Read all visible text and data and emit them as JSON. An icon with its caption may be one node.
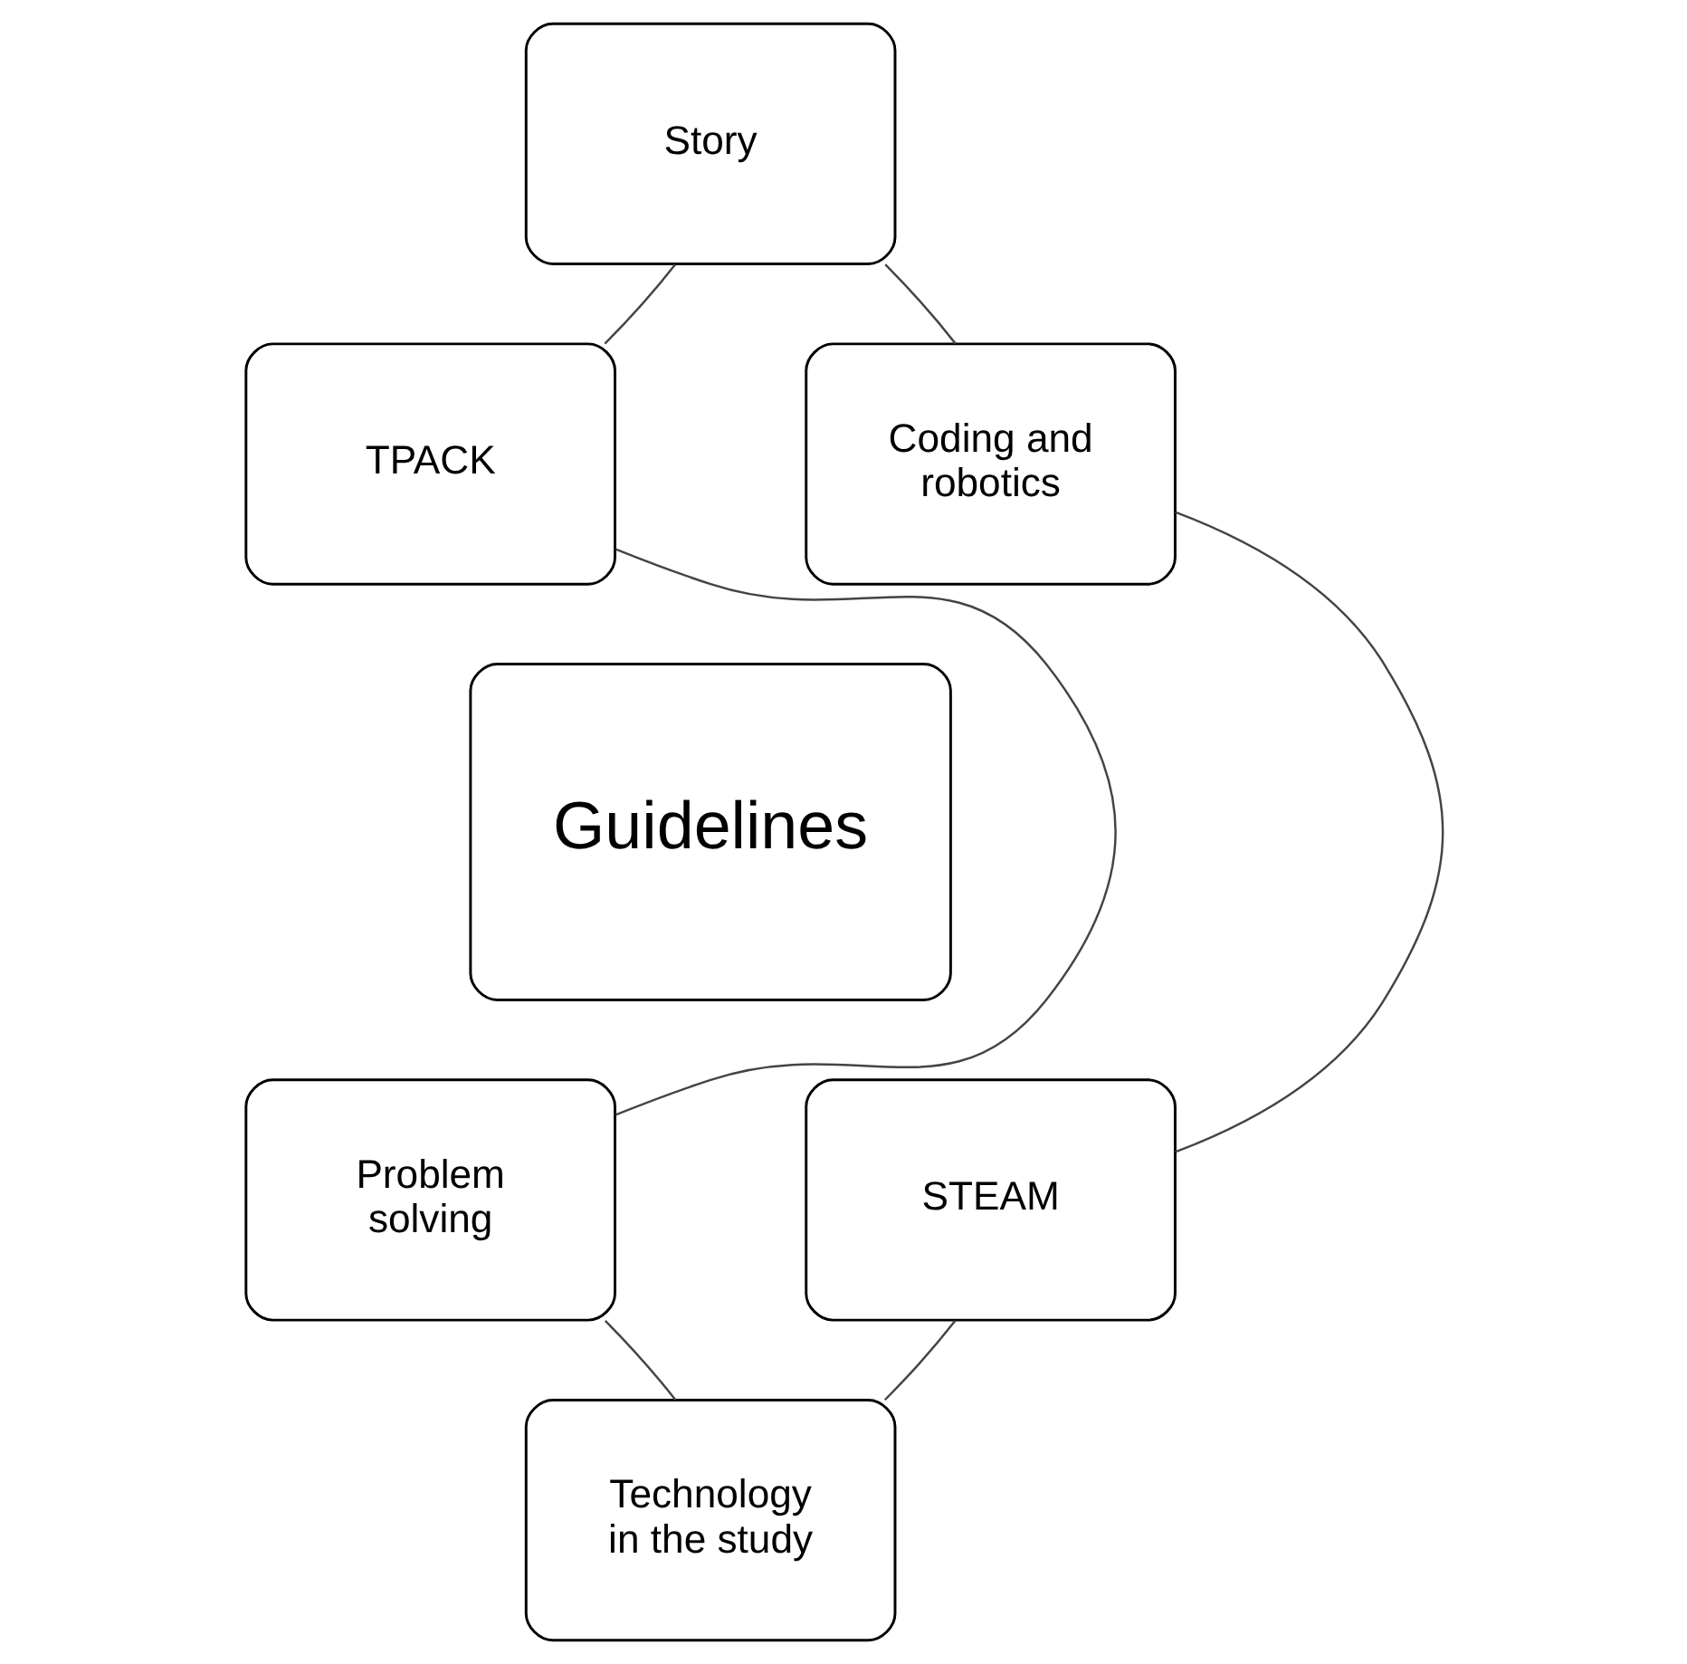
{
  "diagram": {
    "nodes": [
      {
        "text": [
          "Story"
        ]
      },
      {
        "text": [
          "TPACK"
        ]
      },
      {
        "text": [
          "Coding and robotics"
        ]
      },
      {
        "text": [
          "Guidelines"
        ]
      },
      {
        "text": [
          "Problem solving"
        ]
      },
      {
        "text": [
          "STEAM"
        ]
      },
      {
        "text": [
          "Technology in the study"
        ]
      }
    ],
    "edges": [
      {
        "from": 0,
        "to": 2,
        "arrow": "none"
      },
      {
        "from": 2,
        "to": 5,
        "arrow": "none"
      },
      {
        "from": 5,
        "to": 6,
        "arrow": "none"
      },
      {
        "from": 6,
        "to": 4,
        "arrow": "none"
      },
      {
        "from": 4,
        "to": 1,
        "arrow": "none"
      },
      {
        "from": 1,
        "to": 0,
        "arrow": "none"
      }
    ]
  }
}
